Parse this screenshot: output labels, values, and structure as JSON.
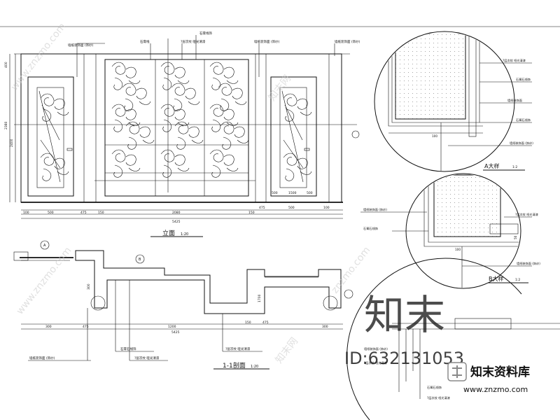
{
  "elevation": {
    "title": "立面",
    "scale": "1:20",
    "labels": {
      "top_left": "墙纸装饰面 (饰纱)",
      "top_mid_left": "石膏线",
      "top_mid_a": "?层次纹 哑光清漆",
      "top_mid_b": "石膏线饰",
      "top_right_a": "墙纸装饰面 (饰纱)",
      "top_right_b": "墙纸装饰面 (饰纱)"
    },
    "dims": [
      "100",
      "500",
      "475",
      "150",
      "2080",
      "150",
      "475",
      "500",
      "100"
    ],
    "total": "5425",
    "sub_right": [
      "500",
      "1500",
      "500"
    ],
    "left_heights": [
      "400",
      "2380",
      "2400"
    ]
  },
  "section": {
    "title": "1-1剖面",
    "scale": "1:20",
    "dims": [
      "300",
      "475",
      "1200",
      "150",
      "475",
      "300"
    ],
    "total": "5425",
    "right_dims": [
      "300",
      "1700"
    ],
    "labels": {
      "a": "墙纸装饰面 (饰纱)",
      "b": "石膏石线饰",
      "c": "?层次纹 哑光清漆",
      "d": "?层次纹 哑光清漆"
    },
    "callouts": [
      "A",
      "B"
    ]
  },
  "detail_a": {
    "title": "A大样",
    "scale": "1:2",
    "labels": [
      "?层次纹 哑光清漆",
      "石膏石线饰",
      "墙纸装饰面",
      "石膏石线饰",
      "墙纸装饰面 (饰纱)"
    ],
    "dim": "100"
  },
  "detail_b": {
    "title": "B大样",
    "scale": "1:2",
    "labels": [
      "墙纸装饰面 (饰纱)",
      "?层次纹 哑光清漆",
      "石膏石线饰",
      "墙纸装饰面 (饰纱)"
    ],
    "dims": [
      "100",
      "50"
    ]
  },
  "detail_c": {
    "labels": [
      "墙纸装饰面 (饰纱)",
      "?层次纹 哑光清漆",
      "石膏石线饰",
      "?层次纹 哑光清漆"
    ]
  },
  "watermark": {
    "big_text": "知末",
    "id_text": "ID:632131053",
    "brand": "知末资料库",
    "url": "www.znzmo.com",
    "diag_1": "www.znzmo.com",
    "diag_2": "知末网",
    "diag_3": "znzmo.com"
  }
}
